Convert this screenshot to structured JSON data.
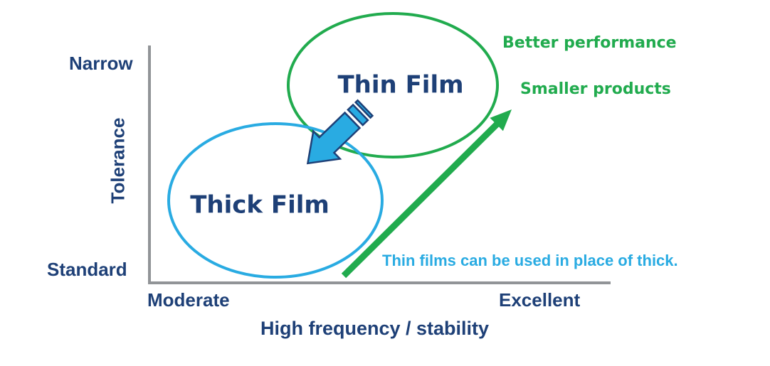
{
  "colors": {
    "navy": "#1E4077",
    "green": "#21AB4E",
    "cyan": "#29ABE2",
    "axis_gray": "#919497",
    "background": "#FFFFFF"
  },
  "axes": {
    "y": {
      "title": "Tolerance",
      "top_label": "Narrow",
      "bottom_label": "Standard"
    },
    "x": {
      "title": "High frequency / stability",
      "left_label": "Moderate",
      "right_label": "Excellent"
    }
  },
  "regions": {
    "thin_film": {
      "label": "Thin Film",
      "outline_color": "#21AB4E"
    },
    "thick_film": {
      "label": "Thick Film",
      "outline_color": "#29ABE2"
    }
  },
  "annotations": {
    "better_performance": "Better performance",
    "smaller_products": "Smaller products",
    "substitution_note": "Thin films can be used in place of thick."
  },
  "icons": {
    "substitution_arrow": "striped-arrow-down-left-icon",
    "improvement_arrow": "arrow-up-right-icon"
  }
}
